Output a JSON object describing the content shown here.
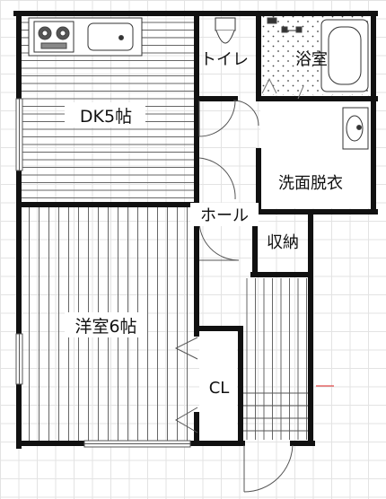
{
  "rooms": {
    "toilet": "トイレ",
    "bath": "浴室",
    "dk": "DK5帖",
    "washroom": "洗面脱衣",
    "hall": "ホール",
    "storage": "収納",
    "western": "洋室6帖",
    "closet": "CL"
  }
}
